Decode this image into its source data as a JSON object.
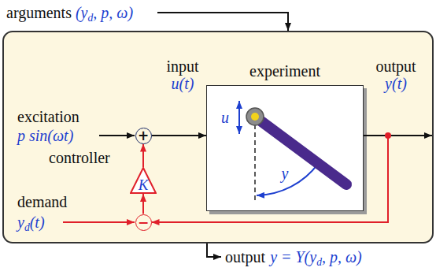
{
  "diagram": {
    "nodes": [
      {
        "text": [
          "+"
        ]
      },
      {
        "text": [
          "experiment"
        ]
      },
      {
        "text": [
          "K"
        ]
      },
      {
        "text": [
          "−"
        ]
      }
    ],
    "edges": [
      {
        "from": 0,
        "to": 1,
        "arrow": "to"
      },
      {
        "from": 1,
        "to": 3,
        "arrow": "to"
      },
      {
        "from": 3,
        "to": 2,
        "arrow": "to"
      },
      {
        "from": 2,
        "to": 0,
        "arrow": "to"
      }
    ],
    "labels": [
      "arguments",
      "(yd, p, ω)",
      "excitation",
      "p sin(ωt)",
      "input",
      "u(t)",
      "output",
      "y(t)",
      "u",
      "y",
      "controller",
      "demand",
      "yd(t)",
      "output",
      "y = Y(yd, p, ω)"
    ]
  }
}
